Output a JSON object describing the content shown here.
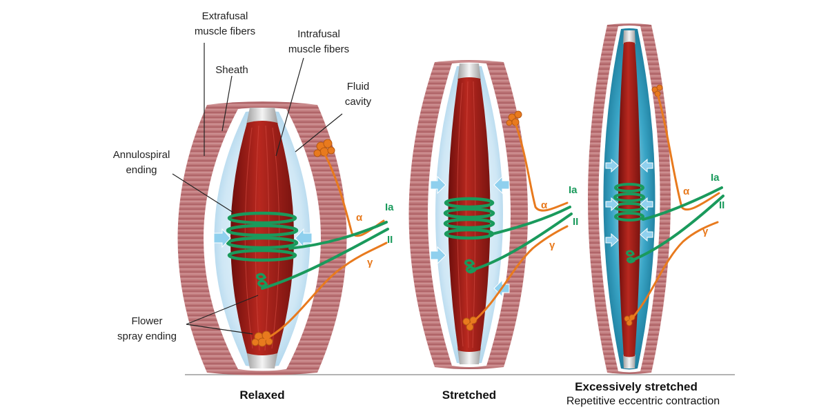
{
  "labels": {
    "extrafusal_1": "Extrafusal",
    "extrafusal_2": "muscle fibers",
    "intrafusal_1": "Intrafusal",
    "intrafusal_2": "muscle fibers",
    "sheath": "Sheath",
    "fluid_1": "Fluid",
    "fluid_2": "cavity",
    "annulo_1": "Annulospiral",
    "annulo_2": "ending",
    "flower_1": "Flower",
    "flower_2": "spray ending"
  },
  "nerves": {
    "ia": "Ia",
    "ii": "II",
    "alpha": "α",
    "gamma": "γ"
  },
  "captions": {
    "relaxed": "Relaxed",
    "stretched": "Stretched",
    "excessive": "Excessively stretched",
    "excessive_sub": "Repetitive eccentric contraction"
  },
  "colors": {
    "muscle_outer": "#b86c70",
    "intrafusal": "#a3221c",
    "fluid_light": "#d6eaf6",
    "fluid_dark": "#1f8fb0",
    "sheath": "#ffffff",
    "nerve_green": "#1a9a5c",
    "nerve_orange": "#e87a1e",
    "arrow": "#8fd0ee"
  }
}
